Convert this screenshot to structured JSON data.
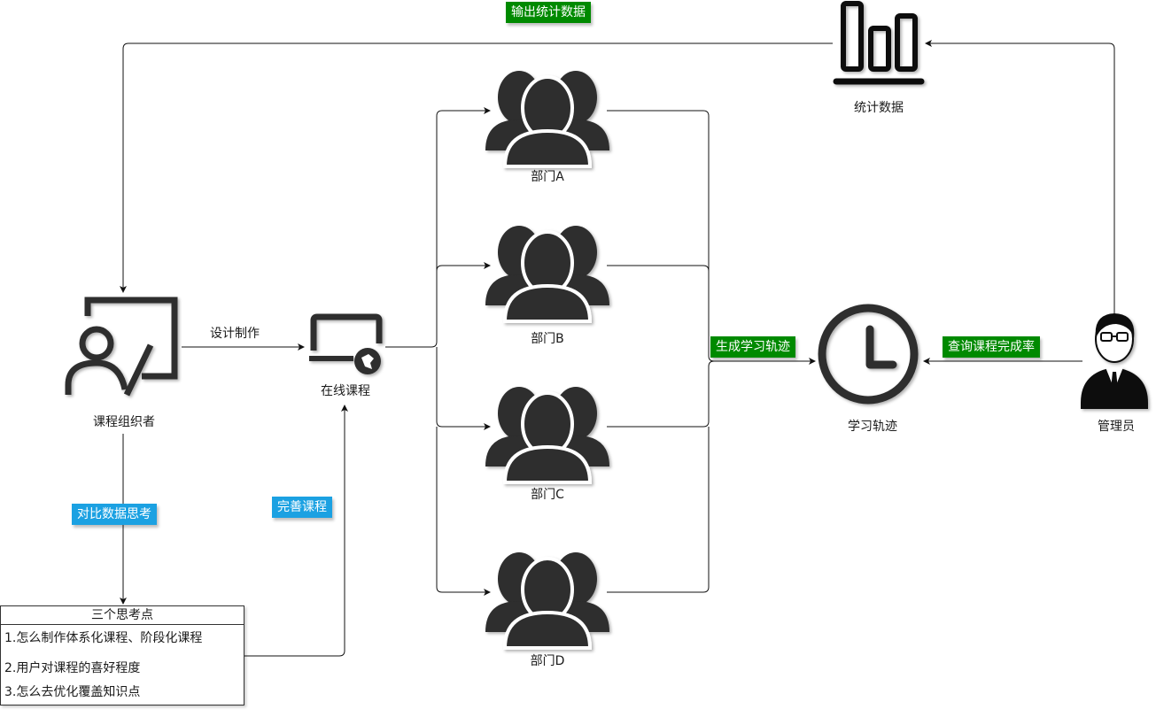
{
  "nodes": {
    "organizer": "课程组织者",
    "online_course": "在线课程",
    "dept_a": "部门A",
    "dept_b": "部门B",
    "dept_c": "部门C",
    "dept_d": "部门D",
    "learning_track": "学习轨迹",
    "admin": "管理员",
    "statistics": "统计数据"
  },
  "edge_labels": {
    "design": "设计制作",
    "output_stats": "输出统计数据",
    "generate_track": "生成学习轨迹",
    "query_completion": "查询课程完成率",
    "compare_data": "对比数据思考",
    "improve_course": "完善课程"
  },
  "thinking_box": {
    "title": "三个思考点",
    "items": [
      "1.怎么制作体系化课程、阶段化课程",
      "2.用户对课程的喜好程度",
      "3.怎么去优化覆盖知识点"
    ]
  },
  "colors": {
    "green_tag": "#008a00",
    "blue_tag": "#1ba1e2",
    "icon": "#2d2d2d"
  }
}
